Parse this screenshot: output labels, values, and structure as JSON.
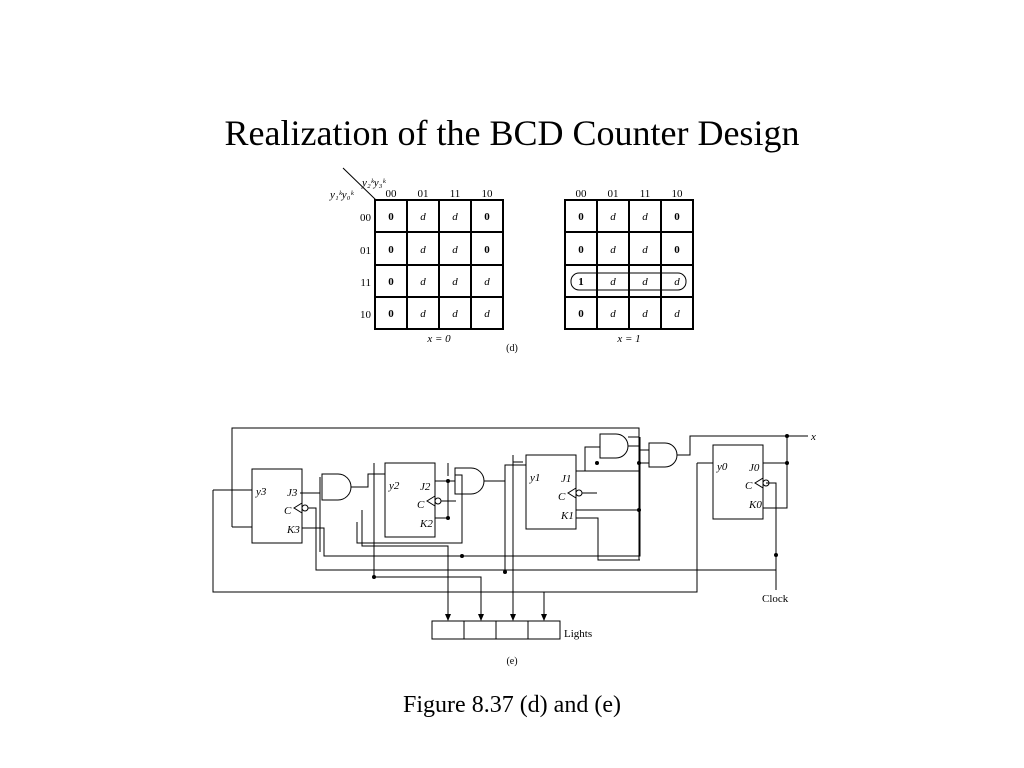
{
  "title": "Realization of the BCD Counter Design",
  "caption": "Figure 8.37 (d) and (e)",
  "kmaps": {
    "col_var_label": "y₂ᵏy₃ᵏ",
    "row_var_label": "y₁ᵏy₀ᵏ",
    "col_headers": [
      "00",
      "01",
      "11",
      "10"
    ],
    "row_headers": [
      "00",
      "01",
      "11",
      "10"
    ],
    "maps": [
      {
        "label": "x = 0",
        "cells": [
          [
            "0",
            "d",
            "d",
            "0"
          ],
          [
            "0",
            "d",
            "d",
            "0"
          ],
          [
            "0",
            "d",
            "d",
            "d"
          ],
          [
            "0",
            "d",
            "d",
            "d"
          ]
        ]
      },
      {
        "label": "x = 1",
        "cells": [
          [
            "0",
            "d",
            "d",
            "0"
          ],
          [
            "0",
            "d",
            "d",
            "0"
          ],
          [
            "1",
            "d",
            "d",
            "d"
          ],
          [
            "0",
            "d",
            "d",
            "d"
          ]
        ]
      }
    ],
    "part_label": "(d)"
  },
  "circuit": {
    "part_label": "(e)",
    "input_label": "x",
    "clock_label": "Clock",
    "lights_label": "Lights",
    "flipflops": [
      {
        "q": "y3",
        "j": "J3",
        "c": "C",
        "k": "K3"
      },
      {
        "q": "y2",
        "j": "J2",
        "c": "C",
        "k": "K2"
      },
      {
        "q": "y1",
        "j": "J1",
        "c": "C",
        "k": "K1"
      },
      {
        "q": "y0",
        "j": "J0",
        "c": "C",
        "k": "K0"
      }
    ]
  }
}
